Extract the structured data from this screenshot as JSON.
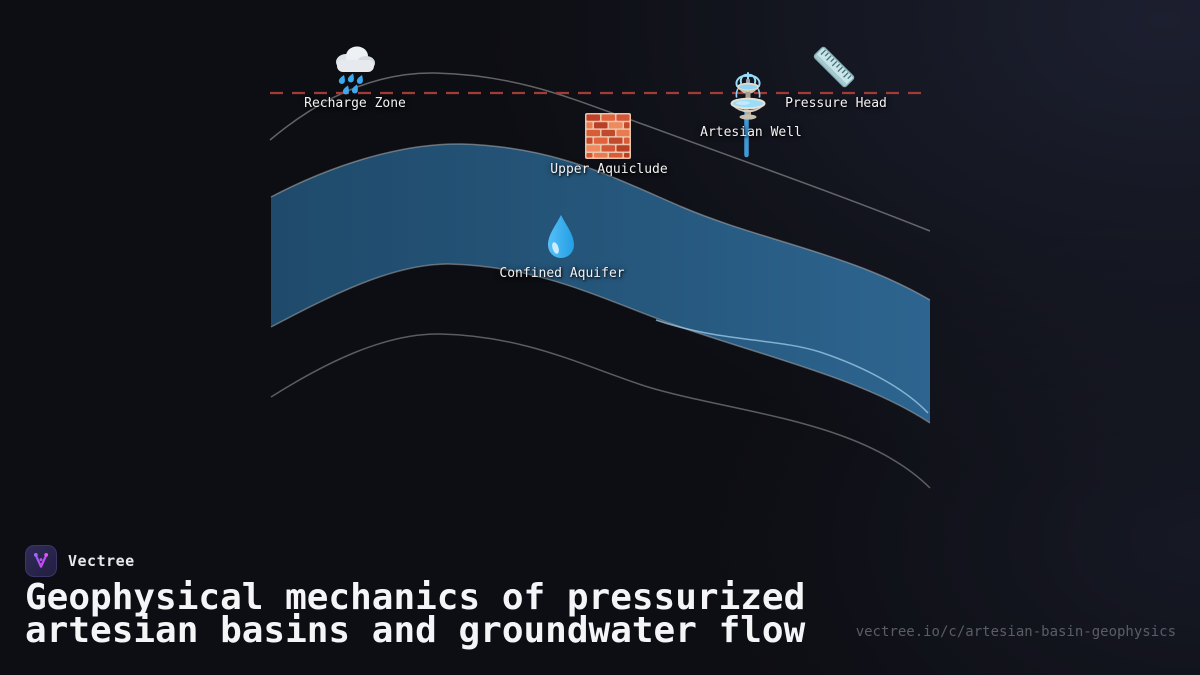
{
  "diagram": {
    "labels": [
      {
        "text": "Recharge Zone",
        "icon": "rain-cloud-icon"
      },
      {
        "text": "Upper Aquiclude",
        "icon": "brick-wall-icon"
      },
      {
        "text": "Confined Aquifer",
        "icon": "water-droplet-icon"
      },
      {
        "text": "Artesian Well",
        "icon": "fountain-icon"
      },
      {
        "text": "Pressure Head",
        "icon": "ruler-icon"
      }
    ],
    "piezometric_line": {
      "style": "dashed",
      "color": "#a33c37"
    },
    "aquifer_band_colors": {
      "left": "#1f4a6b",
      "right": "#2d6590"
    },
    "strata_line_color": "rgba(170,170,170,0.55)",
    "well_pipe_color": "#3f9ad8"
  },
  "footer": {
    "brand": "Vectree",
    "title_line1": "Geophysical mechanics of pressurized",
    "title_line2": "artesian basins and groundwater flow",
    "url": "vectree.io/c/artesian-basin-geophysics",
    "logo_gradient": {
      "start": "#8b5cf6",
      "end": "#d946ef"
    }
  }
}
